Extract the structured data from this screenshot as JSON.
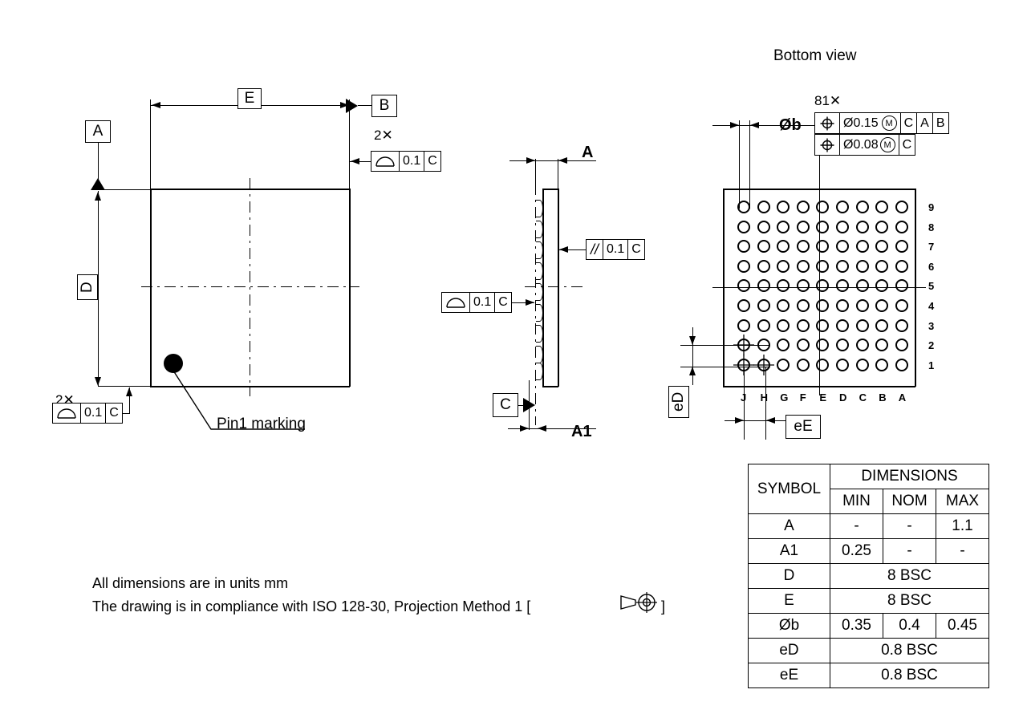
{
  "drawing": {
    "title_bottom_view": "Bottom view",
    "pin1_label": "Pin1 marking",
    "notes": [
      "All dimensions are in units mm",
      "The drawing is in compliance with ISO 128-30, Projection Method 1 ["
    ],
    "note_suffix": "]"
  },
  "top_view": {
    "datum_a": "A",
    "datum_b": "B",
    "dim_e": "E",
    "dim_d": "D",
    "qty_2x_top": "2✕",
    "qty_2x_bottom": "2✕",
    "fcf_top": {
      "symbol": "profile-of-surface",
      "tolerance": "0.1",
      "datum": "C"
    },
    "fcf_bottom": {
      "symbol": "profile-of-surface",
      "tolerance": "0.1",
      "datum": "C"
    }
  },
  "side_view": {
    "dim_a": "A",
    "dim_a1": "A1",
    "datum_c": "C",
    "fcf_parallel": {
      "symbol": "parallelism",
      "glyph": "//",
      "tolerance": "0.1",
      "datum": "C"
    },
    "fcf_profile": {
      "symbol": "profile-of-surface",
      "tolerance": "0.1",
      "datum": "C"
    }
  },
  "bottom_view": {
    "ball_qty": "81✕",
    "dim_ob": "Øb",
    "dim_ed": "eD",
    "dim_ee": "eE",
    "fcf_rows": [
      {
        "symbol": "position",
        "tolerance": "Ø0.15",
        "modifier": "M",
        "datums": [
          "C",
          "A",
          "B"
        ]
      },
      {
        "symbol": "position",
        "tolerance": "Ø0.08",
        "modifier": "M",
        "datums": [
          "C"
        ]
      }
    ],
    "column_labels": [
      "J",
      "H",
      "G",
      "F",
      "E",
      "D",
      "C",
      "B",
      "A"
    ],
    "row_labels": [
      "9",
      "8",
      "7",
      "6",
      "5",
      "4",
      "3",
      "2",
      "1"
    ],
    "grid_columns": 9,
    "grid_rows": 9,
    "total_balls": 81
  },
  "dimension_table": {
    "header_symbol": "SYMBOL",
    "header_dimensions": "DIMENSIONS",
    "header_min": "MIN",
    "header_nom": "NOM",
    "header_max": "MAX",
    "rows": [
      {
        "symbol": "A",
        "min": "-",
        "nom": "-",
        "max": "1.1",
        "span": false
      },
      {
        "symbol": "A1",
        "min": "0.25",
        "nom": "-",
        "max": "-",
        "span": false
      },
      {
        "symbol": "D",
        "span": true,
        "value": "8 BSC"
      },
      {
        "symbol": "E",
        "span": true,
        "value": "8 BSC"
      },
      {
        "symbol": "Øb",
        "min": "0.35",
        "nom": "0.4",
        "max": "0.45",
        "span": false
      },
      {
        "symbol": "eD",
        "span": true,
        "value": "0.8 BSC"
      },
      {
        "symbol": "eE",
        "span": true,
        "value": "0.8 BSC"
      }
    ]
  },
  "colors": {
    "line": "#000000",
    "background": "#ffffff"
  }
}
